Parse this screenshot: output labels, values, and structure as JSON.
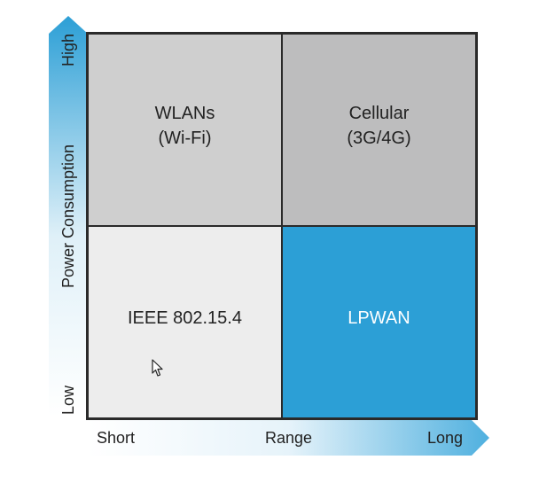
{
  "axes": {
    "y": {
      "title": "Power Consumption",
      "low_label": "Low",
      "high_label": "High"
    },
    "x": {
      "title": "Range",
      "low_label": "Short",
      "high_label": "Long"
    }
  },
  "quadrants": {
    "top_left": {
      "line1": "WLANs",
      "line2": "(Wi-Fi)"
    },
    "top_right": {
      "line1": "Cellular",
      "line2": "(3G/4G)"
    },
    "bottom_left": {
      "line1": "IEEE 802.15.4"
    },
    "bottom_right": {
      "line1": "LPWAN"
    }
  },
  "colors": {
    "axis_arrow": "#2c9fd6",
    "top_left_fill": "#cfcfcf",
    "top_right_fill": "#bdbdbe",
    "bottom_left_fill": "#ededed",
    "bottom_right_fill": "#2c9fd6"
  },
  "icons": {
    "cursor": "mouse-pointer-icon"
  }
}
